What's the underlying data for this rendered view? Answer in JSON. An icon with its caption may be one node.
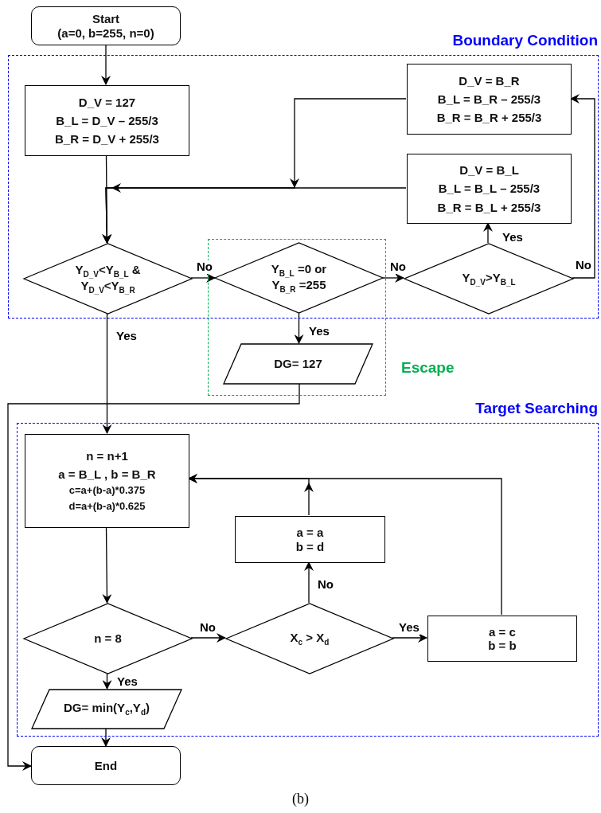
{
  "diagram": {
    "caption": "(b)",
    "nodes": [
      {
        "text": [
          "Start",
          "(a=0, b=255, n=0)"
        ]
      },
      {
        "text": [
          "Boundary Condition"
        ]
      },
      {
        "text": [
          "D_V = 127",
          "B_L = D_V – 255/3",
          "B_R = D_V + 255/3"
        ],
        "in": 1
      },
      {
        "text": [
          "D_V = B_R",
          "B_L = B_R – 255/3",
          "B_R = B_R + 255/3"
        ],
        "in": 1
      },
      {
        "text": [
          "D_V = B_L",
          "B_L = B_L – 255/3",
          "B_R = B_L + 255/3"
        ],
        "in": 1
      },
      {
        "text": [
          "Y$_{D_V}$<Y$_{B_L}$ &",
          "Y$_{D_V}$<Y$_{B_R}$"
        ],
        "in": 1
      },
      {
        "text": [
          "Escape"
        ]
      },
      {
        "text": [
          "Y$_{B_L}$ =0 or",
          "Y$_{B_R}$ =255"
        ]
      },
      {
        "text": [
          "Y$_{D_V}$>Y$_{B_L}$"
        ],
        "in": 1
      },
      {
        "text": [
          "DG= 127"
        ],
        "in": 6
      },
      {
        "text": [
          "Target Searching"
        ]
      },
      {
        "text": [
          "n = n+1",
          "a = B_L , b = B_R",
          "c=a+(b-a)*0.375",
          "d=a+(b-a)*0.625"
        ],
        "in": 10
      },
      {
        "text": [
          "a = a",
          "b = d"
        ],
        "in": 10
      },
      {
        "text": [
          "n = 8"
        ],
        "in": 10
      },
      {
        "text": [
          "X$_{c}$ > X$_{d}$"
        ],
        "in": 10
      },
      {
        "text": [
          "a = c",
          "b = b"
        ],
        "in": 10
      },
      {
        "text": [
          "DG= min(Y$_{c}$,Y$_{d}$)"
        ],
        "in": 10
      },
      {
        "text": [
          "End"
        ]
      }
    ],
    "edges": [
      {
        "from": 0,
        "to": 2,
        "arrow": "to"
      },
      {
        "from": 2,
        "to": 5,
        "arrow": "to"
      },
      {
        "from": 5,
        "to": 7,
        "arrow": "to",
        "label": "No"
      },
      {
        "from": 7,
        "to": 8,
        "arrow": "to",
        "label": "No"
      },
      {
        "from": 8,
        "to": 4,
        "arrow": "to",
        "label": "Yes"
      },
      {
        "from": 8,
        "to": 3,
        "arrow": "to",
        "label": "No"
      },
      {
        "from": 3,
        "to": 5,
        "arrow": "to"
      },
      {
        "from": 4,
        "to": 5,
        "arrow": "to"
      },
      {
        "from": 5,
        "to": 11,
        "arrow": "to",
        "label": "Yes"
      },
      {
        "from": 7,
        "to": 9,
        "arrow": "to",
        "label": "Yes"
      },
      {
        "from": 9,
        "to": 17,
        "arrow": "to"
      },
      {
        "from": 11,
        "to": 13,
        "arrow": "to"
      },
      {
        "from": 13,
        "to": 14,
        "arrow": "to",
        "label": "No"
      },
      {
        "from": 14,
        "to": 15,
        "arrow": "to",
        "label": "Yes"
      },
      {
        "from": 14,
        "to": 12,
        "arrow": "to",
        "label": "No"
      },
      {
        "from": 12,
        "to": 11,
        "arrow": "to"
      },
      {
        "from": 15,
        "to": 11,
        "arrow": "to"
      },
      {
        "from": 13,
        "to": 16,
        "arrow": "to",
        "label": "Yes"
      },
      {
        "from": 16,
        "to": 17,
        "arrow": "to"
      }
    ]
  }
}
